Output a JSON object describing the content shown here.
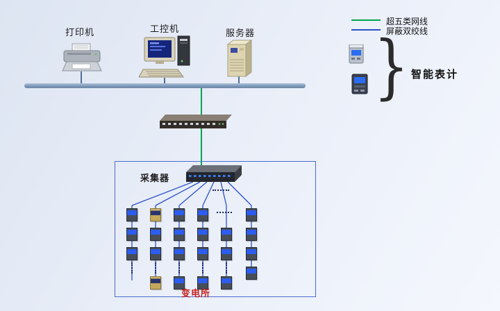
{
  "devices": {
    "printer": {
      "label": "打印机"
    },
    "industrial_pc": {
      "label": "工控机"
    },
    "server": {
      "label": "服务器"
    }
  },
  "legend": {
    "items": [
      {
        "label": "超五类网线",
        "color": "#00a550"
      },
      {
        "label": "屏蔽双绞线",
        "color": "#2b50c8"
      }
    ],
    "smart_meter_label": "智能表计"
  },
  "substation": {
    "collector_label": "采集器",
    "name_label": "变电所",
    "name_color": "#c42222"
  },
  "icons": {
    "printer": "printer-icon",
    "industrial_pc": "industrial-pc-icon",
    "server": "server-icon",
    "switch": "network-switch-icon",
    "collector": "collector-icon",
    "meter": "meter-icon",
    "smart_meter_small": "smart-meter-icon",
    "smart_meter_dark": "smart-meter-dark-icon"
  }
}
